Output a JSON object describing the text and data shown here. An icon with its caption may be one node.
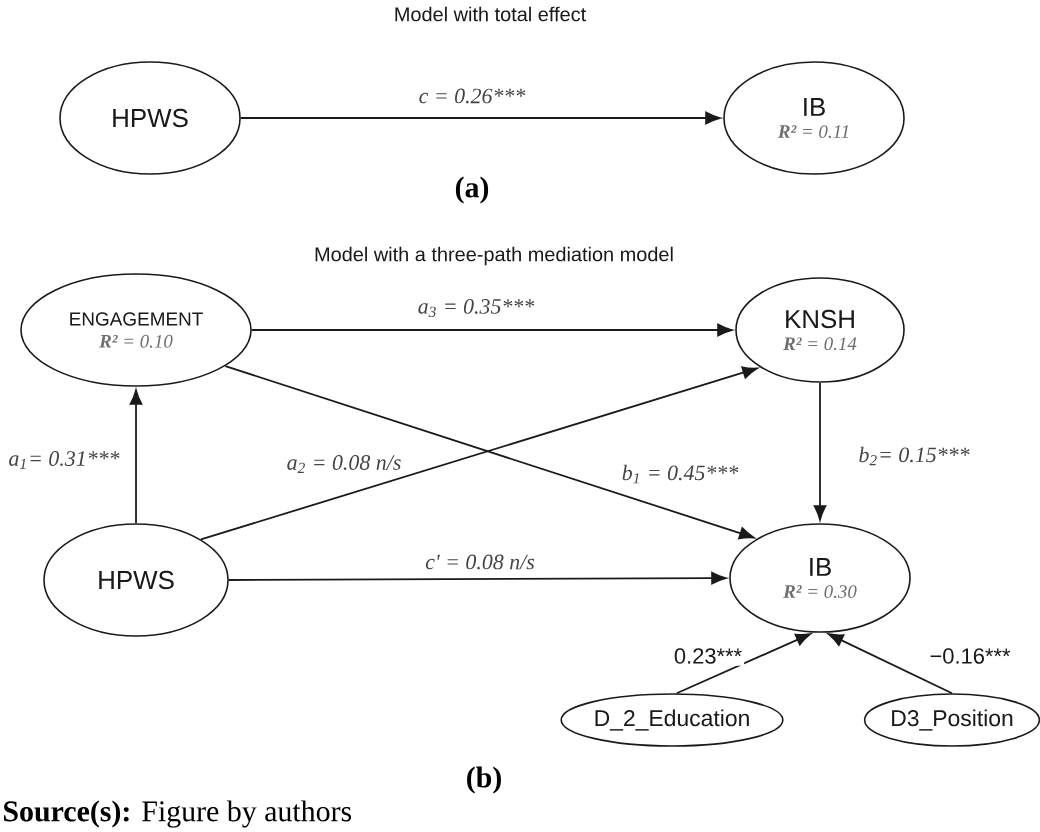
{
  "diagram": {
    "caption": "**Source(s):** Figure by authors",
    "nodes": [
      {
        "text": [
          "HPWS"
        ]
      },
      {
        "text": [
          "IB",
          "**R²** = 0.11"
        ]
      },
      {
        "text": [
          "ENGAGEMENT",
          "**R²** = 0.10"
        ]
      },
      {
        "text": [
          "KNSH",
          "**R²** = 0.14"
        ]
      },
      {
        "text": [
          "HPWS"
        ]
      },
      {
        "text": [
          "IB",
          "**R²** = 0.30"
        ]
      },
      {
        "text": [
          "D_2_Education"
        ]
      },
      {
        "text": [
          "D3_Position"
        ]
      }
    ],
    "edges": [
      {
        "from": 0,
        "to": 1,
        "arrow": "to",
        "label": "c = 0.26***"
      },
      {
        "from": 4,
        "to": 2,
        "arrow": "to",
        "label": "a$_{1}$= 0.31***"
      },
      {
        "from": 2,
        "to": 3,
        "arrow": "to",
        "label": "a$_{3}$ = 0.35***"
      },
      {
        "from": 4,
        "to": 3,
        "arrow": "to",
        "label": "a$_{2}$ = 0.08 n/s"
      },
      {
        "from": 2,
        "to": 5,
        "arrow": "to",
        "label": "b$_{1}$ = 0.45***"
      },
      {
        "from": 3,
        "to": 5,
        "arrow": "to",
        "label": "b$_{2}$= 0.15***"
      },
      {
        "from": 4,
        "to": 5,
        "arrow": "to",
        "label": "c' = 0.08 n/s"
      },
      {
        "from": 6,
        "to": 5,
        "arrow": "to",
        "label": "0.23***"
      },
      {
        "from": 7,
        "to": 5,
        "arrow": "to",
        "label": "−0.16***"
      }
    ],
    "labels": [
      "Model with total effect",
      "(a)",
      "Model with a three-path mediation model",
      "(b)"
    ]
  }
}
